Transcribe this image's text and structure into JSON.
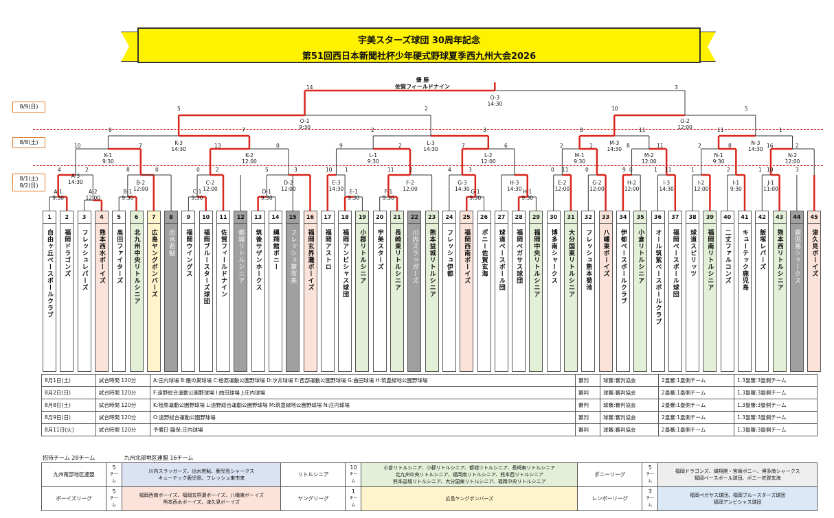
{
  "title": {
    "line1": "宇美スターズ球団 30周年記念",
    "line2": "第51回西日本新聞社杯少年硬式野球夏季西九州大会2026"
  },
  "champion": {
    "label": "優 勝",
    "team": "佐賀フィールドナイン"
  },
  "dates": [
    {
      "text": "8/9(日)"
    },
    {
      "text": "8/8(土)"
    },
    {
      "text": "8/1(土)\n8/2(日)"
    }
  ],
  "teams": [
    {
      "no": "1",
      "name": "自由ヶ丘ベースボールクラブ",
      "color": "white"
    },
    {
      "no": "2",
      "name": "福岡ドラゴンズ",
      "color": "white"
    },
    {
      "no": "3",
      "name": "フレッシュレパーズ",
      "color": "white"
    },
    {
      "no": "4",
      "name": "熊本西水ボーイズ",
      "color": "pink"
    },
    {
      "no": "5",
      "name": "高田ファイターズ",
      "color": "white"
    },
    {
      "no": "6",
      "name": "北九州中央リトルシニア",
      "color": "green"
    },
    {
      "no": "7",
      "name": "広島ヤングボンバーズ",
      "color": "yellow"
    },
    {
      "no": "8",
      "name": "出水若鮎",
      "color": "gray"
    },
    {
      "no": "9",
      "name": "福岡ウイングス",
      "color": "white"
    },
    {
      "no": "10",
      "name": "福岡ブルースターズ球団",
      "color": "white"
    },
    {
      "no": "11",
      "name": "佐賀フィールドナイン",
      "color": "white"
    },
    {
      "no": "12",
      "name": "都城リトルシニア",
      "color": "gray"
    },
    {
      "no": "13",
      "name": "筑後サザンホークス",
      "color": "white"
    },
    {
      "no": "14",
      "name": "縄翔館ボニー",
      "color": "white"
    },
    {
      "no": "15",
      "name": "フレッシュ東市来",
      "color": "gray"
    },
    {
      "no": "16",
      "name": "福岡玄界灘ボーイズ",
      "color": "pink"
    },
    {
      "no": "17",
      "name": "福岡アストロ",
      "color": "white"
    },
    {
      "no": "18",
      "name": "福岡アンビシャス球団",
      "color": "white"
    },
    {
      "no": "19",
      "name": "小郡リトルシニア",
      "color": "green"
    },
    {
      "no": "20",
      "name": "宇美スターズ",
      "color": "white"
    },
    {
      "no": "21",
      "name": "長崎東リトルシニア",
      "color": "green"
    },
    {
      "no": "22",
      "name": "川内スラッガーズ",
      "color": "gray"
    },
    {
      "no": "23",
      "name": "熊本益城リトルシニア",
      "color": "green"
    },
    {
      "no": "24",
      "name": "フレッシュ伊都",
      "color": "white"
    },
    {
      "no": "25",
      "name": "福岡西南ボーイズ",
      "color": "pink"
    },
    {
      "no": "26",
      "name": "ポニー佐賀玄海",
      "color": "white"
    },
    {
      "no": "27",
      "name": "球道ベースボール団",
      "color": "white"
    },
    {
      "no": "28",
      "name": "福岡ペガサス球団",
      "color": "white"
    },
    {
      "no": "29",
      "name": "福岡中央リトルシニア",
      "color": "green"
    },
    {
      "no": "30",
      "name": "博多南シャークス",
      "color": "white"
    },
    {
      "no": "31",
      "name": "大分国東リトルシニア",
      "color": "green"
    },
    {
      "no": "32",
      "name": "フレッシュ熊本菊池",
      "color": "white"
    },
    {
      "no": "33",
      "name": "八幡東ボーイズ",
      "color": "pink"
    },
    {
      "no": "34",
      "name": "伊都ベースボールクラブ",
      "color": "white"
    },
    {
      "no": "35",
      "name": "小倉リトルシニア",
      "color": "green"
    },
    {
      "no": "36",
      "name": "オール筑紫ベースボールクラブ",
      "color": "white"
    },
    {
      "no": "37",
      "name": "福岡ベースボール球団",
      "color": "white"
    },
    {
      "no": "38",
      "name": "球道スピリッツ",
      "color": "white"
    },
    {
      "no": "39",
      "name": "福岡南リトルシニア",
      "color": "green"
    },
    {
      "no": "40",
      "name": "二丈ファルコンズ",
      "color": "white"
    },
    {
      "no": "41",
      "name": "キューテック鹿児島",
      "color": "white"
    },
    {
      "no": "42",
      "name": "飯塚レパーズ",
      "color": "white"
    },
    {
      "no": "43",
      "name": "熊本西リトルシニア",
      "color": "green"
    },
    {
      "no": "44",
      "name": "鹿児島シャークス",
      "color": "gray"
    },
    {
      "no": "45",
      "name": "津久見ボーイズ",
      "color": "pink"
    }
  ],
  "matches": [
    {
      "label": "A-1\n9:30"
    },
    {
      "label": "A-2\n12:00"
    },
    {
      "label": "A-3\n14:30"
    },
    {
      "label": "B-1\n9:30"
    },
    {
      "label": "B-2\n12:00"
    },
    {
      "label": "C-1\n9:30"
    },
    {
      "label": "C-2\n12:00"
    },
    {
      "label": "D-1\n9:30"
    },
    {
      "label": "D-2\n12:00"
    },
    {
      "label": "E-3\n14:30"
    },
    {
      "label": "E-1\n9:30"
    },
    {
      "label": "F-1\n9:30"
    },
    {
      "label": "F-2\n12:00"
    },
    {
      "label": "G-3\n14:30"
    },
    {
      "label": "G-1\n9:30"
    },
    {
      "label": "H-3\n14:30"
    },
    {
      "label": "H-1\n9:30"
    },
    {
      "label": "E-2\n12:00"
    },
    {
      "label": "G-2\n12:00"
    },
    {
      "label": "H-2\n12:00"
    },
    {
      "label": "I-3\n14:30"
    },
    {
      "label": "I-2\n12:00"
    },
    {
      "label": "I-1\n9:30"
    },
    {
      "label": "J-1\n11:00"
    },
    {
      "label": "K-1\n9:30"
    },
    {
      "label": "K-3\n14:30"
    },
    {
      "label": "K-2\n12:00"
    },
    {
      "label": "L-1\n9:30"
    },
    {
      "label": "L-3\n14:30"
    },
    {
      "label": "L-2\n12:00"
    },
    {
      "label": "M-1\n9:30"
    },
    {
      "label": "M-3\n14:30"
    },
    {
      "label": "M-2\n12:00"
    },
    {
      "label": "N-1\n9:30"
    },
    {
      "label": "N-3\n14:30"
    },
    {
      "label": "N-2\n12:00"
    },
    {
      "label": "O-1\n9:30"
    },
    {
      "label": "O-3\n14:30"
    },
    {
      "label": "O-2\n12:00"
    }
  ],
  "schedule": [
    {
      "date": "8月1日(土)",
      "time": "試合時間 120分",
      "venues": "A:庄内球場 B:雁の巣球場 C:桧原運動公園野球場 D:汐井球場 E:西部運動公園野球場 G:曲田球場 H:筑豊緑地公園野球場",
      "umpire": "審判",
      "umpire_org": "球審:審判協会",
      "base": "2塁審:1塁側チーム",
      "base3": "1.3塁審:3塁側チーム"
    },
    {
      "date": "8月2日(日)",
      "time": "試合時間 120分",
      "venues": "F:遠野総合運動公園野球場 I:曲田球場 J:庄内球場",
      "umpire": "審判",
      "umpire_org": "球審:審判協会",
      "base": "2塁審:1塁側チーム",
      "base3": "1.3塁審:3塁側チーム"
    },
    {
      "date": "8月8日(土)",
      "time": "試合時間 120分",
      "venues": "K:桧原運動公園野球場 L:遠野総合運動公園野球場 M:筑豊緑地公園野球場 N:庄内球場",
      "umpire": "審判",
      "umpire_org": "球審:審判協会",
      "base": "2塁審:1塁側チーム",
      "base3": "1.3塁審:3塁側チーム"
    },
    {
      "date": "8月9日(日)",
      "time": "試合時間 120分",
      "venues": "O:遠野総合運動公園野球場",
      "umpire": "審判",
      "umpire_org": "球審:審判協会",
      "base": "2塁審:1塁側チーム",
      "base3": "1.3塁審:3塁側チーム"
    },
    {
      "date": "8月11日(火)",
      "time": "試合時間 120分",
      "venues": "予備日 臨保:庄内球場",
      "umpire": "審判",
      "umpire_org": "球審:審判協会",
      "base": "2塁審:1塁側チーム",
      "base3": "1.3塁審:3塁側チーム"
    }
  ],
  "footer": {
    "invite": "招待チーム 28チーム",
    "north": "九州北部地区連盟 16チーム",
    "rows": [
      [
        {
          "name": "九州南部地区連盟",
          "count": "5",
          "unit": "チーム",
          "teams": "川内スラッガーズ、出水若鮎、鹿児島シャークス\nキューテック鹿児島、フレッシュ東市来"
        },
        {
          "name": "リトルシニア",
          "count": "10",
          "unit": "チーム",
          "teams": "小倉リトルシニア、小郡リトルシニア、都城リトルシニア、長崎東リトルシニア\n北九州中央リトルシニア、福岡南リトルシニア、熊本西リトルシニア\n熊本益城リトルシニア、大分国東リトルシニア、福岡中央リトルシニア"
        },
        {
          "name": "ポニーリーグ",
          "count": "5",
          "unit": "チーム",
          "teams": "福岡ドラゴンズ、縄翔館・宮崎ポニー、博多南シャークス\n福岡ベースボール球団、ポニー佐賀玄海"
        }
      ],
      [
        {
          "name": "ボーイズリーグ",
          "count": "5",
          "unit": "チーム",
          "teams": "福岡西南ボーイズ、福岡玄界灘ボーイズ、八幡東ボーイズ\n熊本西水ボーイズ、津久見ボーイズ"
        },
        {
          "name": "ヤングリーグ",
          "count": "1",
          "unit": "チーム",
          "teams": "広島ヤングボンバーズ"
        },
        {
          "name": "レンボーリーグ",
          "count": "3",
          "unit": "チーム",
          "teams": "福岡ペガサス球団、福岡ブルースターズ球団\n福岡アンビシャス球団"
        }
      ]
    ]
  },
  "scores": [
    {
      "v": "14"
    },
    {
      "v": "3"
    },
    {
      "v": "5"
    },
    {
      "v": "2"
    },
    {
      "v": "10"
    },
    {
      "v": "5"
    },
    {
      "v": "0"
    },
    {
      "v": "7"
    },
    {
      "v": "2"
    },
    {
      "v": "3"
    },
    {
      "v": "8"
    },
    {
      "v": "11"
    },
    {
      "v": "11"
    },
    {
      "v": "1"
    },
    {
      "v": "10"
    },
    {
      "v": "7"
    },
    {
      "v": "13"
    },
    {
      "v": "0"
    },
    {
      "v": "9"
    },
    {
      "v": "2"
    },
    {
      "v": "7"
    },
    {
      "v": "6"
    },
    {
      "v": "2"
    },
    {
      "v": "1"
    },
    {
      "v": "8"
    },
    {
      "v": "11"
    },
    {
      "v": "2"
    },
    {
      "v": "8"
    },
    {
      "v": "16"
    },
    {
      "v": "2"
    },
    {
      "v": "4"
    },
    {
      "v": "2"
    },
    {
      "v": "8"
    },
    {
      "v": "0"
    },
    {
      "v": "0"
    },
    {
      "v": "2"
    },
    {
      "v": "5"
    },
    {
      "v": "3"
    },
    {
      "v": "10"
    },
    {
      "v": "1"
    },
    {
      "v": "11"
    },
    {
      "v": "2"
    },
    {
      "v": "4"
    },
    {
      "v": "3"
    },
    {
      "v": "0"
    },
    {
      "v": "11"
    },
    {
      "v": "0"
    },
    {
      "v": "9"
    },
    {
      "v": "0"
    },
    {
      "v": "1"
    },
    {
      "v": "11"
    },
    {
      "v": "1"
    },
    {
      "v": "2"
    },
    {
      "v": "1"
    },
    {
      "v": "10"
    },
    {
      "v": "3"
    }
  ],
  "colors": {
    "winner_line": "#d9261c",
    "loser_line": "#333333",
    "banner": "#fff200",
    "date_border": "#e07b2b"
  }
}
